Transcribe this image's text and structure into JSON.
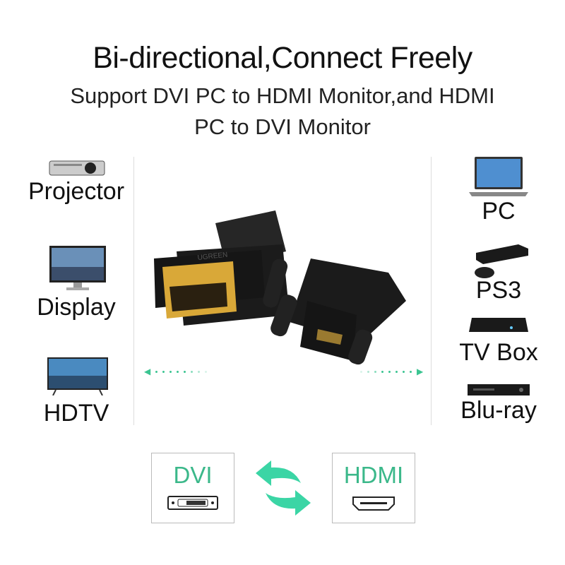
{
  "header": {
    "title": "Bi-directional,Connect Freely",
    "subtitle_line1": "Support DVI PC to HDMI Monitor,and HDMI",
    "subtitle_line2": "PC to DVI Monitor"
  },
  "left_devices": [
    {
      "label": "Projector",
      "icon": "projector-icon"
    },
    {
      "label": "Display",
      "icon": "monitor-icon"
    },
    {
      "label": "HDTV",
      "icon": "tv-icon"
    }
  ],
  "right_devices": [
    {
      "label": "PC",
      "icon": "laptop-icon"
    },
    {
      "label": "PS3",
      "icon": "game-console-icon"
    },
    {
      "label": "TV Box",
      "icon": "tv-box-icon"
    },
    {
      "label": "Blu-ray",
      "icon": "bluray-player-icon"
    }
  ],
  "product": {
    "brand": "UGREEN"
  },
  "ports": {
    "left": "DVI",
    "right": "HDMI"
  },
  "colors": {
    "accent": "#3bc491",
    "gold": "#d9a838",
    "body": "#1b1b1b"
  }
}
